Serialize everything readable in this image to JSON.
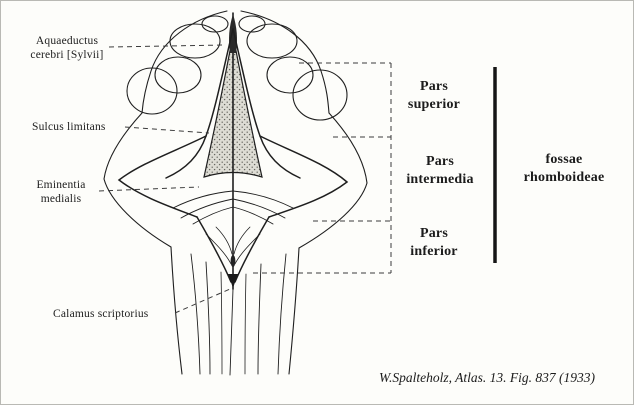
{
  "figure": {
    "left_labels": {
      "aquaeductus": {
        "line1": "Aquaeductus",
        "line2": "cerebri [Sylvii]"
      },
      "sulcus_limitans": "Sulcus limitans",
      "eminentia": {
        "line1": "Eminentia",
        "line2": "medialis"
      },
      "calamus": "Calamus scriptorius"
    },
    "right_labels": {
      "pars_superior": {
        "line1": "Pars",
        "line2": "superior"
      },
      "pars_intermedia": {
        "line1": "Pars",
        "line2": "intermedia"
      },
      "pars_inferior": {
        "line1": "Pars",
        "line2": "inferior"
      },
      "fossae": {
        "line1": "fossae",
        "line2": "rhomboideae"
      }
    },
    "caption": "W.Spalteholz, Atlas. 13. Fig. 837 (1933)",
    "colors": {
      "ink": "#1f1f1f",
      "leader_dash": "#3c3c3c",
      "stipple": "#66665f",
      "background": "#fdfdfa"
    }
  }
}
